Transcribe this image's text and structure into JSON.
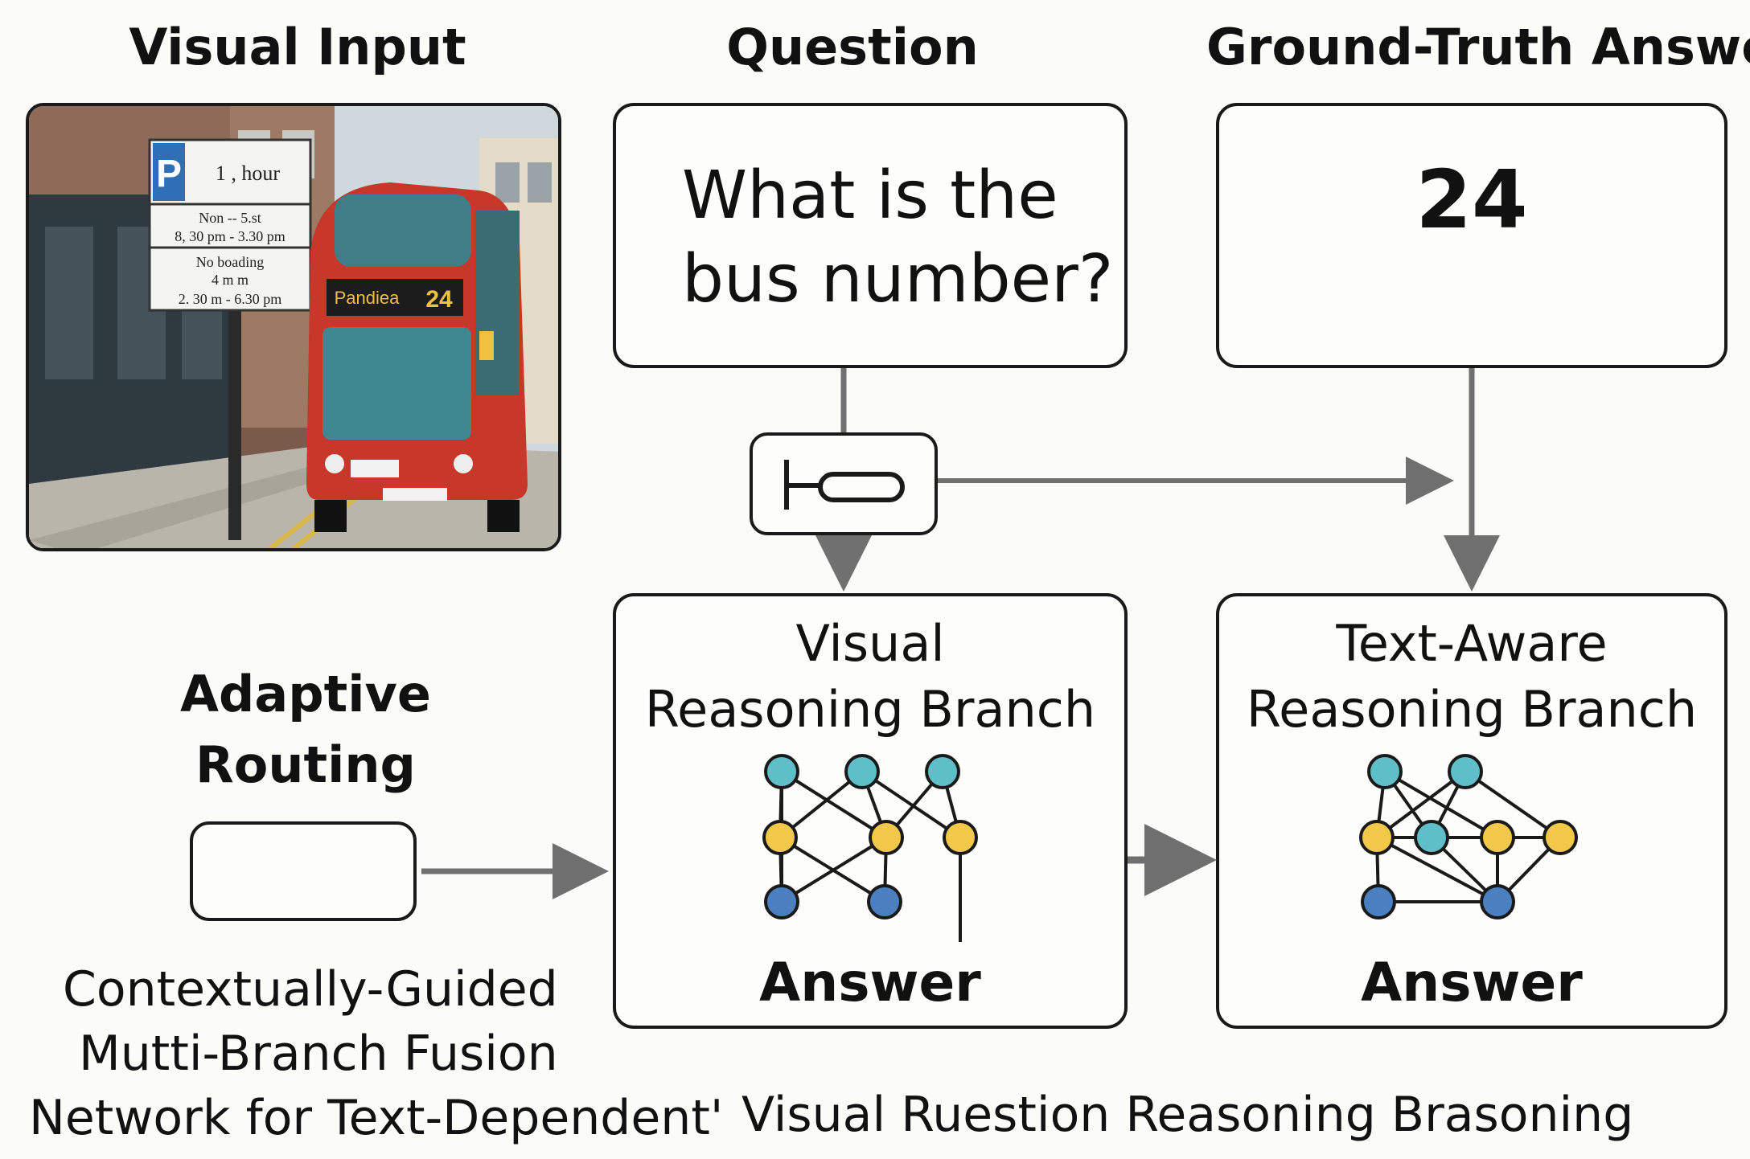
{
  "headers": {
    "visual_input": "Visual Input",
    "question": "Question",
    "ground_truth": "Ground-Truth Answer"
  },
  "question_text": [
    "What is the",
    "bus number?"
  ],
  "ground_truth_value": "24",
  "routing": {
    "title": [
      "Adaptive",
      "Routing"
    ]
  },
  "visual_branch": {
    "title": [
      "Visual",
      "Reasoning Branch"
    ],
    "answer": "Answer"
  },
  "text_branch": {
    "title": [
      "Text-Aware",
      "Reasoning Branch"
    ],
    "answer": "Answer"
  },
  "caption_left": [
    "Contextually-Guided",
    "Mutti-Branch Fusion",
    "Network for Text-Dependent'"
  ],
  "caption_right": "Visual Ruestion Reasoning  Brasoning",
  "photo": {
    "sign_lines": [
      "1 , hour",
      "Non -- 5.st",
      "8, 30 pm - 3.30 pm",
      "No boading",
      "4 m m",
      "2. 30 m - 6.30 pm"
    ],
    "sign_letter": "P",
    "bus_destination": "Pandiea",
    "bus_route": "24"
  },
  "colors": {
    "teal_node": "#5fbfc8",
    "yellow_node": "#f2c84b",
    "blue_node": "#4a7fc0",
    "arrow": "#707070",
    "bus_red": "#c7372a"
  }
}
